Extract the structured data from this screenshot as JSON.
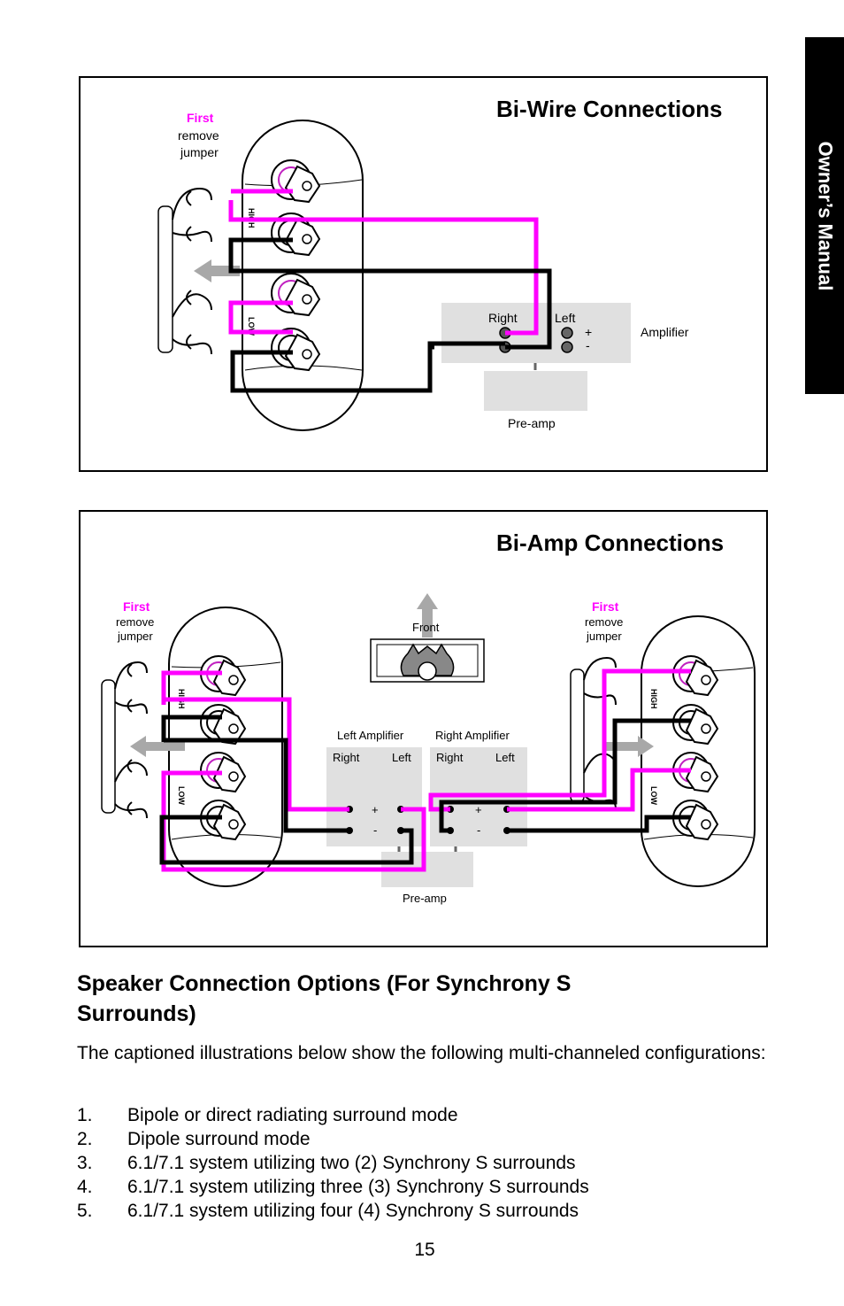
{
  "side_tab": "Owner’s Manual",
  "biwire": {
    "title": "Bi-Wire Connections",
    "first_label": "First",
    "remove_label": "remove",
    "jumper_label": "jumper",
    "right_label": "Right",
    "left_label": "Left",
    "plus": "+",
    "minus": "-",
    "amplifier_label": "Amplifier",
    "preamp_label": "Pre-amp",
    "high_label": "HIGH",
    "low_label": "LOW"
  },
  "biamp": {
    "title": "Bi-Amp Connections",
    "first_label": "First",
    "remove_label": "remove",
    "jumper_label": "jumper",
    "front_label": "Front",
    "left_amp_label": "Left Amplifier",
    "right_amp_label": "Right Amplifier",
    "right_label": "Right",
    "left_label": "Left",
    "plus": "+",
    "minus": "-",
    "preamp_label": "Pre-amp",
    "high_label": "HIGH",
    "low_label": "LOW"
  },
  "colors": {
    "wire_positive": "#ff00ff",
    "wire_negative": "#000000",
    "box_fill": "#e0e0e0",
    "arrow": "#a8a8a8"
  },
  "section": {
    "title": "Speaker Connection Options (For Synchrony S Surrounds)",
    "intro": "The captioned illustrations below show the following multi-channeled configurations:",
    "items": [
      {
        "num": "1.",
        "text": "Bipole or direct radiating surround mode"
      },
      {
        "num": "2.",
        "text": "Dipole surround mode"
      },
      {
        "num": "3.",
        "text": "6.1/7.1 system utilizing two (2) Synchrony S surrounds"
      },
      {
        "num": "4.",
        "text": "6.1/7.1 system utilizing three (3) Synchrony S surrounds"
      },
      {
        "num": "5.",
        "text": "6.1/7.1 system utilizing four (4) Synchrony S surrounds"
      }
    ]
  },
  "page_number": "15"
}
